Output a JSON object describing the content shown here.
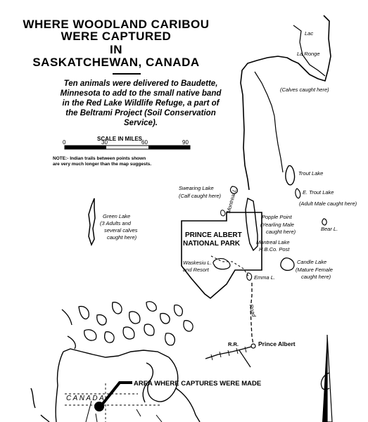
{
  "title": {
    "line1": "WHERE WOODLAND CARIBOU",
    "line2": "WERE CAPTURED",
    "line3": "IN",
    "line4": "SASKATCHEWAN, CANADA"
  },
  "description": "Ten animals were delivered to Baudette, Minnesota to add to the small native band in the Red Lake Wildlife Refuge, a part of the Beltrami Project (Soil Conservation Service).",
  "scale": {
    "title": "SCALE IN MILES",
    "ticks": [
      "0",
      "30",
      "60",
      "90"
    ]
  },
  "note": {
    "line1": "NOTE:- Indian trails between points shown",
    "line2": "are very much longer than the map suggests."
  },
  "labels": {
    "lac_la_ronge": {
      "line1": "Lac",
      "line2": "La Ronge"
    },
    "calves_note": "(Calves caught here)",
    "trout_lake": "Trout Lake",
    "e_trout_lake": "E. Trout Lake",
    "adult_male_note": "(Adult Male caught here)",
    "swearing_lake": "Swearing Lake",
    "calf_note": "(Calf caught here)",
    "montreal_l": "Montreal L.",
    "popple_point": "Popple Point",
    "yearling_note_1": "(Yearling Male",
    "yearling_note_2": "caught here)",
    "bear_l": "Bear L.",
    "montreal_lake_post_1": "Montreal Lake",
    "montreal_lake_post_2": "H.B.Co. Post",
    "candle_lake": "Candle Lake",
    "mature_female_note_1": "(Mature Female",
    "mature_female_note_2": "caught here)",
    "green_lake": "Green Lake",
    "green_note_1": "(3 Adults and",
    "green_note_2": "several calves",
    "green_note_3": "caught here)",
    "pnp_1": "PRINCE ALBERT",
    "pnp_2": "NATIONAL PARK",
    "waskesiu_1": "Waskesiu L.",
    "waskesiu_2": "and Resort",
    "emma_l": "Emma L.",
    "road": "Road",
    "prince_albert": "Prince Albert",
    "railroad": "R.R.",
    "area_caption": "AREA WHERE CAPTURES WERE MADE",
    "canada": "C A N A D A"
  }
}
